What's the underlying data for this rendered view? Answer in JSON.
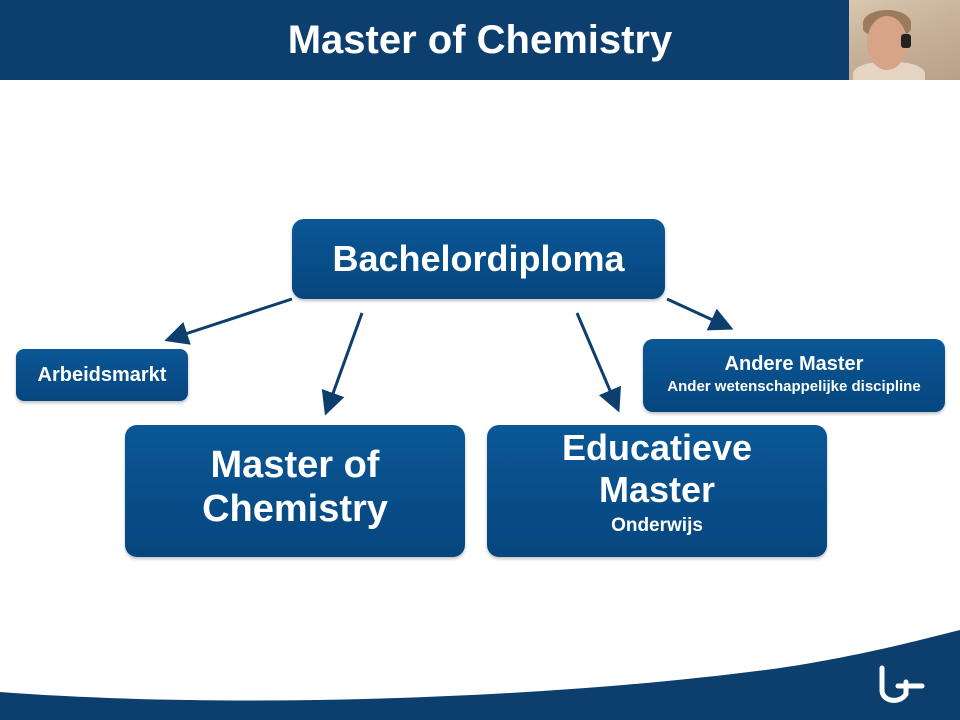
{
  "slide": {
    "title": "Master of Chemistry"
  },
  "diagram": {
    "root": "Bachelordiploma",
    "nodes": {
      "arbeidsmarkt": "Arbeidsmarkt",
      "master_of_chemistry": {
        "line1": "Master of",
        "line2": "Chemistry"
      },
      "educatieve_master": {
        "line1": "Educatieve",
        "line2": "Master",
        "sub": "Onderwijs"
      },
      "andere_master": {
        "title": "Andere Master",
        "sub": "Ander wetenschappelijke discipline"
      }
    }
  },
  "colors": {
    "header": "#0d3f6e",
    "box": "#0b5796",
    "arrow": "#0d3f6e"
  },
  "icons": {
    "logo": "university-logo-icon",
    "webcam": "webcam-video-feed"
  }
}
